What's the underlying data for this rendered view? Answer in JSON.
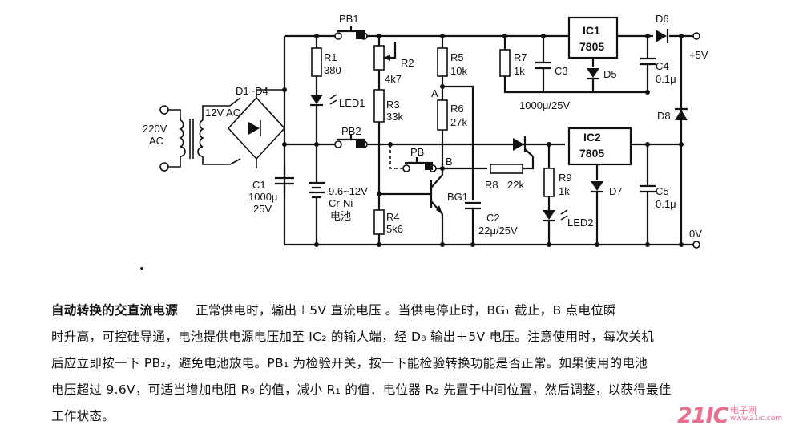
{
  "schematic": {
    "labels": {
      "pb1": "PB1",
      "r1": "R1",
      "r1_val": "380",
      "r2": "R2",
      "r2_val": "4k7",
      "r3": "R3",
      "r3_val": "33k",
      "r4": "R4",
      "r4_val": "5k6",
      "r5": "R5",
      "r5_val": "10k",
      "r6": "R6",
      "r6_val": "27k",
      "r7": "R7",
      "r7_val": "1k",
      "r8": "R8",
      "r8_val": "22k",
      "r9": "R9",
      "r9_val": "1k",
      "c1": "C1",
      "c1_val": "1000μ",
      "c1_v": "25V",
      "c2": "C2",
      "c2_val": "22μ/25V",
      "c3": "C3",
      "c3_val": "1000μ/25V",
      "c4": "C4",
      "c4_val": "0.1μ",
      "c5": "C5",
      "c5_val": "0.1μ",
      "ic1": "IC1",
      "ic1_part": "7805",
      "ic2": "IC2",
      "ic2_part": "7805",
      "d1d4": "D1~D4",
      "d5": "D5",
      "d6": "D6",
      "d7": "D7",
      "d8": "D8",
      "led1": "LED1",
      "led2": "LED2",
      "pb2": "PB2",
      "pb": "PB",
      "bg1": "BG1",
      "node_a": "A",
      "node_b": "B",
      "ac_in_1": "220V",
      "ac_in_2": "AC",
      "transformer": "12V AC",
      "battery_1": "9.6~12V",
      "battery_2": "Cr-Ni",
      "battery_3": "电池",
      "out_pos": "+5V",
      "out_gnd": "0V"
    }
  },
  "caption": {
    "title": "自动转换的交直流电源",
    "lines": [
      "正常供电时，输出＋5V 直流电压 。当供电停止时，BG₁ 截止，B 点电位瞬",
      "时升高，可控硅导通，电池提供电源电压加至 IC₂ 的输人端，经 D₈ 输出＋5V 电压。注意使用时，每次关机",
      "后应立即按一下 PB₂，避免电池放电。PB₁ 为检验开关，按一下能检验转换功能是否正常。如果使用的电池",
      "电压超过 9.6V，可适当增加电阻 R₉ 的值，减小 R₁ 的值．电位器 R₂ 先置于中间位置，然后调整，以获得最佳",
      "工作状态。"
    ]
  },
  "watermark": {
    "logo": "21IC",
    "site": "电子网",
    "url": "www.21ic.com"
  }
}
